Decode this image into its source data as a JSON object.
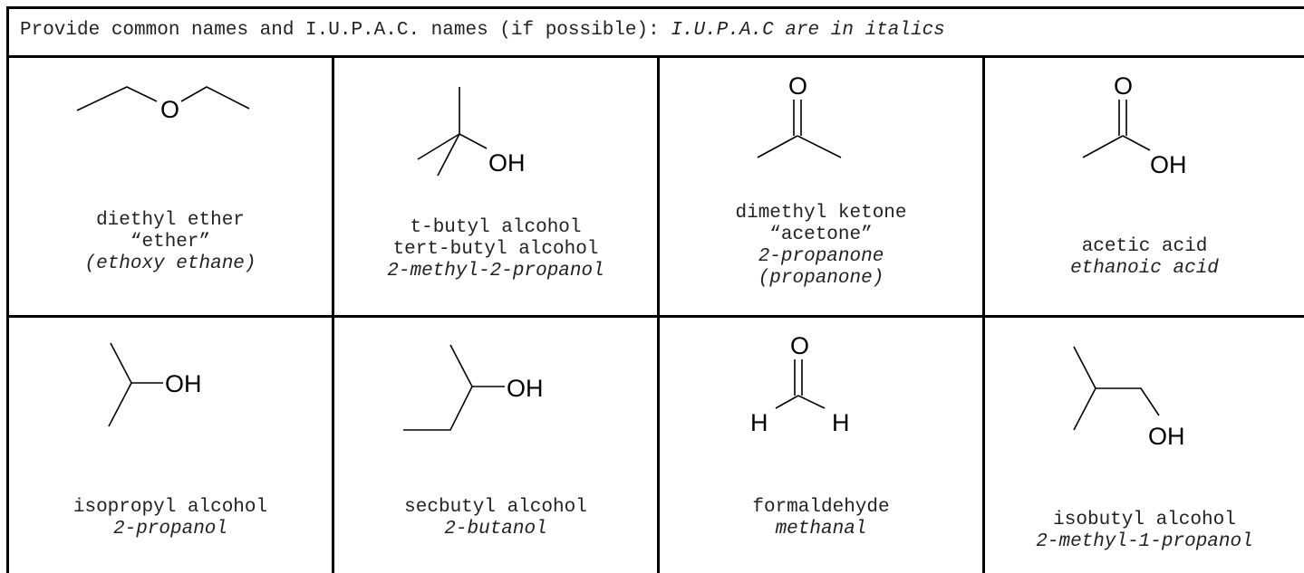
{
  "header": {
    "text": "Provide common names and I.U.P.A.C. names (if possible): ",
    "italic": "I.U.P.A.C are in italics"
  },
  "cells": [
    {
      "molecule": "diethyl-ether-structure",
      "atoms": [
        "O"
      ],
      "names": [
        {
          "text": "diethyl ether",
          "italic": false
        },
        {
          "text": "“ether”",
          "italic": false
        },
        {
          "text": "(ethoxy ethane)",
          "italic": true
        }
      ]
    },
    {
      "molecule": "tert-butyl-alcohol-structure",
      "atoms": [
        "OH"
      ],
      "names": [
        {
          "text": "t-butyl alcohol",
          "italic": false
        },
        {
          "text": "tert-butyl alcohol",
          "italic": false
        },
        {
          "text": "2-methyl-2-propanol",
          "italic": true
        }
      ]
    },
    {
      "molecule": "acetone-structure",
      "atoms": [
        "O"
      ],
      "names": [
        {
          "text": "dimethyl ketone",
          "italic": false
        },
        {
          "text": "“acetone”",
          "italic": false
        },
        {
          "text": "2-propanone",
          "italic": true
        },
        {
          "text": "(propanone)",
          "italic": true
        }
      ]
    },
    {
      "molecule": "acetic-acid-structure",
      "atoms": [
        "O",
        "OH"
      ],
      "names": [
        {
          "text": "acetic acid",
          "italic": false
        },
        {
          "text": "ethanoic acid",
          "italic": true
        }
      ]
    },
    {
      "molecule": "isopropyl-alcohol-structure",
      "atoms": [
        "OH"
      ],
      "names": [
        {
          "text": "isopropyl alcohol",
          "italic": false
        },
        {
          "text": "2-propanol",
          "italic": true
        }
      ]
    },
    {
      "molecule": "sec-butyl-alcohol-structure",
      "atoms": [
        "OH"
      ],
      "names": [
        {
          "text": "secbutyl alcohol",
          "italic": false
        },
        {
          "text": "2-butanol",
          "italic": true
        }
      ]
    },
    {
      "molecule": "formaldehyde-structure",
      "atoms": [
        "O",
        "H",
        "H"
      ],
      "names": [
        {
          "text": "formaldehyde",
          "italic": false
        },
        {
          "text": "methanal",
          "italic": true
        }
      ]
    },
    {
      "molecule": "isobutyl-alcohol-structure",
      "atoms": [
        "OH"
      ],
      "names": [
        {
          "text": "isobutyl alcohol",
          "italic": false
        },
        {
          "text": "2-methyl-1-propanol",
          "italic": true
        }
      ]
    }
  ]
}
